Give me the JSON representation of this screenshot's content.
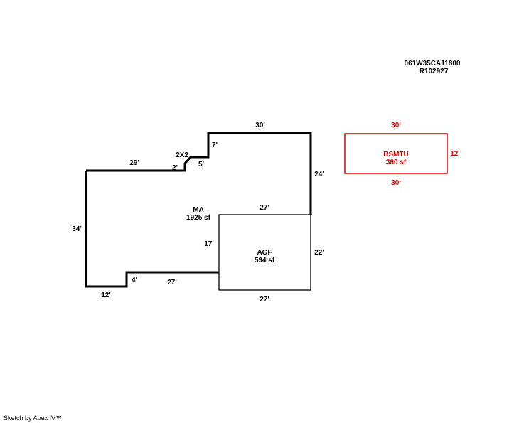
{
  "header": {
    "parcel_id": "061W35CA11800",
    "account": "R102927"
  },
  "main_area": {
    "name": "MA",
    "area": "1925 sf",
    "dims": {
      "top": "30'",
      "step_up": "7'",
      "step_small": "2X2",
      "step_h": "5'",
      "step_corner": "2'",
      "upper_left": "29'",
      "left": "34'",
      "bottom_left": "12'",
      "notch": "4'",
      "bottom_mid": "27'",
      "right_upper": "24'"
    }
  },
  "garage": {
    "name": "AGF",
    "area": "594 sf",
    "dims": {
      "top": "27'",
      "left": "17'",
      "right": "22'",
      "bottom": "27'"
    }
  },
  "basement": {
    "name": "BSMTU",
    "area": "360 sf",
    "color": "#e00000",
    "dims": {
      "top": "30'",
      "right": "12'",
      "bottom": "30'"
    }
  },
  "footer": {
    "credit": "Sketch by Apex IV™"
  }
}
